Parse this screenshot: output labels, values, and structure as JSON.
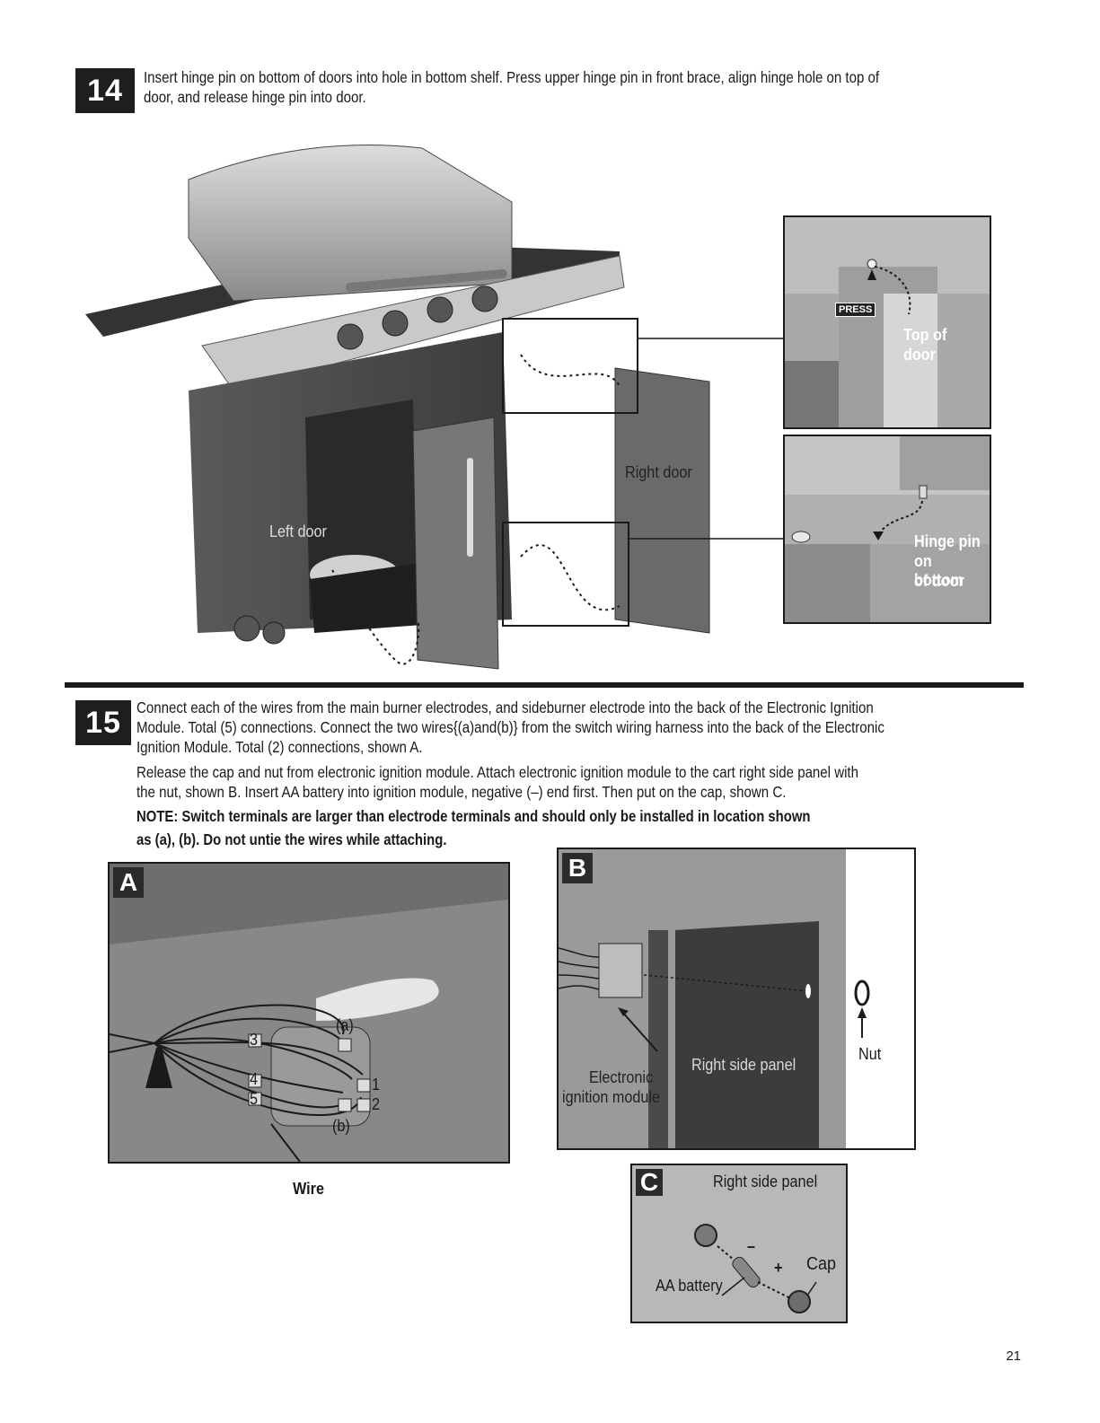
{
  "step14": {
    "number": "14",
    "text_line1": "Insert hinge pin on bottom of doors into hole in bottom shelf. Press upper hinge pin in front brace, align hinge hole on top of",
    "text_line2": "door, and release hinge pin into door.",
    "labels": {
      "right_door": "Right door",
      "left_door": "Left door",
      "press": "PRESS",
      "top_of_door_1": "Top of",
      "top_of_door_2": "door",
      "hinge_pin_1": "Hinge pin",
      "hinge_pin_2": "on bottom",
      "hinge_pin_3": "of door"
    }
  },
  "step15": {
    "number": "15",
    "lines": [
      "Connect each of the wires from the main burner electrodes, and sideburner electrode into the back of the Electronic Ignition",
      "Module. Total (5) connections. Connect the two wires{(a)and(b)} from the switch wiring harness into the back of the Electronic",
      "Ignition Module. Total (2) connections, shown A.",
      "Release the cap and nut from electronic ignition module. Attach electronic ignition module to the cart right side panel with",
      "the nut, shown B. Insert AA battery into ignition module, negative (–) end first. Then put on the cap, shown C."
    ],
    "note_line1": "NOTE: Switch terminals are larger than electrode terminals and should only be installed in location shown",
    "note_line2": "as (a), (b). Do not untie the wires while attaching.",
    "panel_a": {
      "letter": "A",
      "wire_label": "Wire",
      "terminals": [
        "3",
        "4",
        "5",
        "1",
        "2"
      ],
      "switch_a": "(a)",
      "switch_b": "(b)"
    },
    "panel_b": {
      "letter": "B",
      "nut_label": "Nut",
      "right_side_panel": "Right side panel",
      "module_label_1": "Electronic",
      "module_label_2": "ignition module"
    },
    "panel_c": {
      "letter": "C",
      "right_side_panel": "Right side panel",
      "cap": "Cap",
      "battery": "AA battery",
      "minus": "–",
      "plus": "+"
    }
  },
  "page_number": "21"
}
